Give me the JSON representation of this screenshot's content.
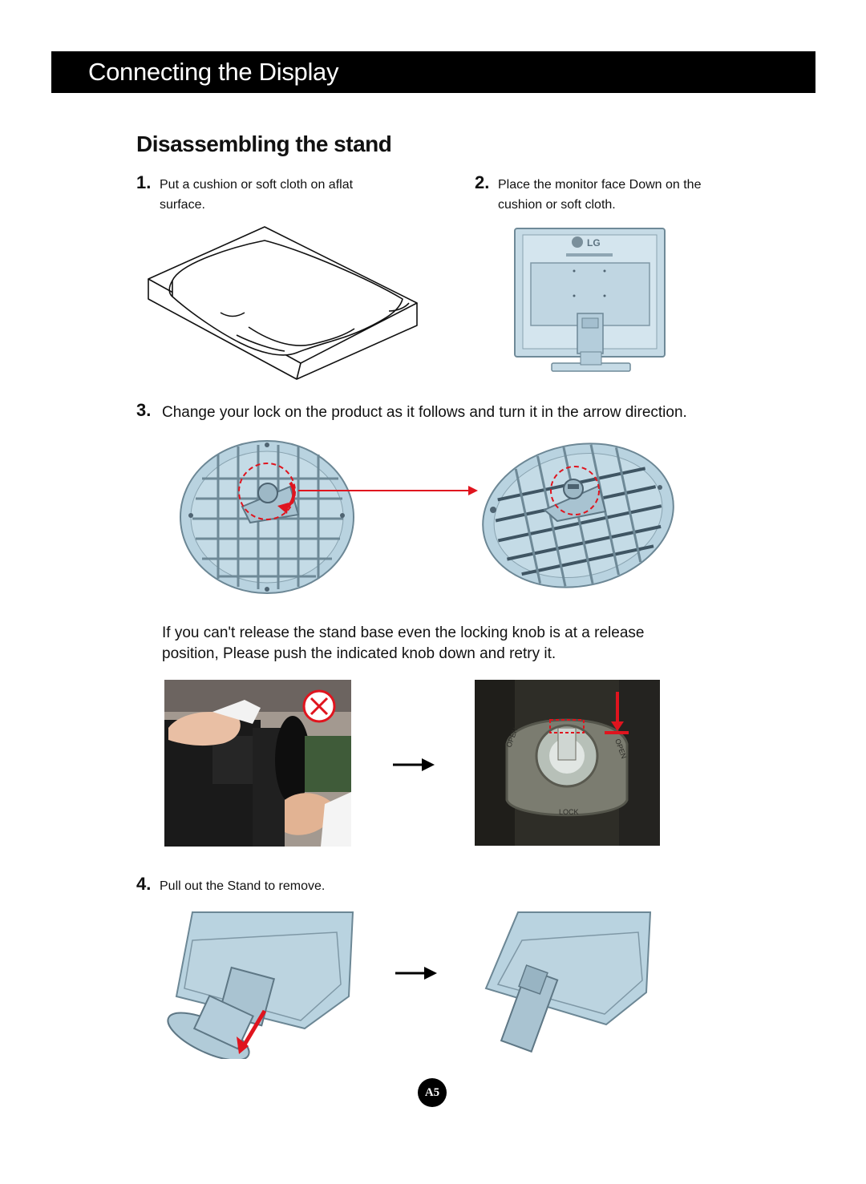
{
  "header": {
    "title": "Connecting the Display"
  },
  "section": {
    "title": "Disassembling the stand"
  },
  "steps": [
    {
      "number": "1.",
      "text": "Put a cushion or soft cloth on aflat surface."
    },
    {
      "number": "2.",
      "text": "Place the monitor face Down on the cushion or soft cloth."
    },
    {
      "number": "3.",
      "text": "Change your lock on the product as it follows and turn it in the arrow direction."
    },
    {
      "number": "4.",
      "text": "Pull out the Stand to remove."
    }
  ],
  "note": {
    "text": "If you can't release the stand base even the locking knob is at a release position, Please push the indicated knob down and retry it."
  },
  "figures": {
    "monitor_logo": "LG",
    "lock_labels": {
      "open_left": "OPEN",
      "open_right": "OPEN",
      "lock": "LOCK"
    }
  },
  "footer": {
    "page_number": "A5"
  },
  "colors": {
    "header_bg": "#000000",
    "stand_blue": "#b9d3e0",
    "arrow_red": "#e0141e"
  }
}
